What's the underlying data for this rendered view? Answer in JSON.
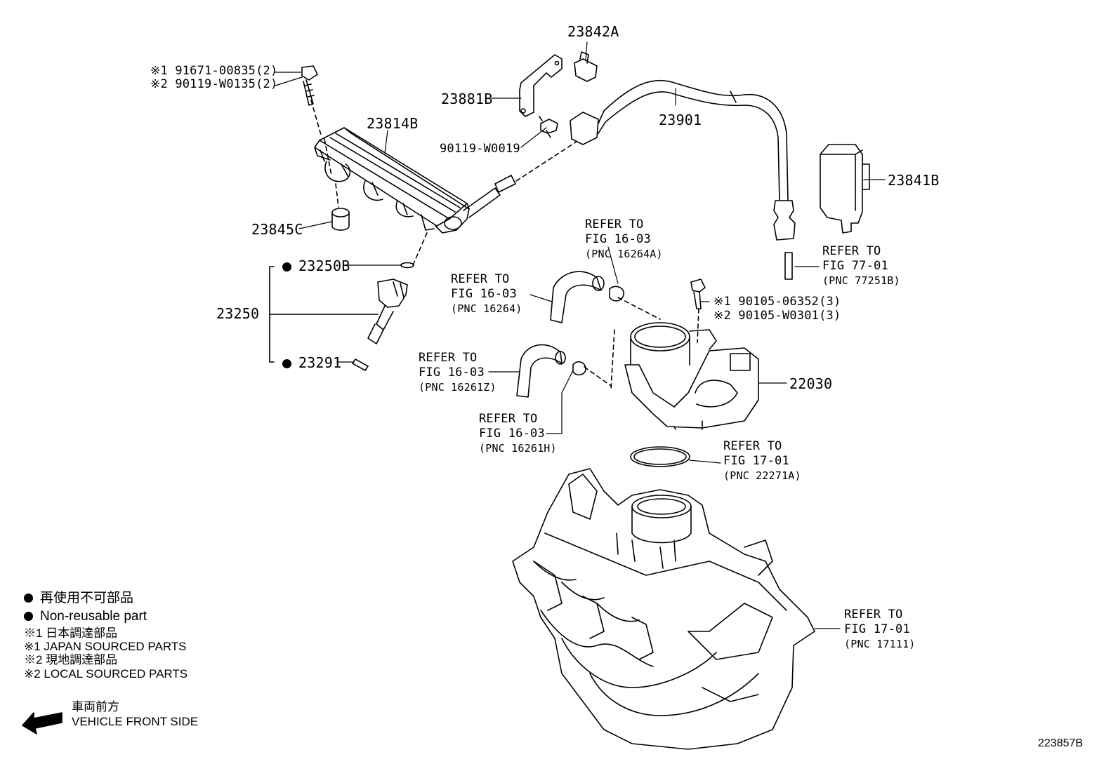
{
  "parts": {
    "p23842A": "23842A",
    "p23881B": "23881B",
    "p23901": "23901",
    "p23814B": "23814B",
    "p90119W0019": "90119-W0019",
    "p23841B": "23841B",
    "p23845C": "23845C",
    "p23250B": "23250B",
    "p23250": "23250",
    "p23291": "23291",
    "p22030": "22030",
    "bolt1_a": "※1 91671-00835(2)",
    "bolt1_b": "※2 90119-W0135(2)",
    "bolt2_a": "※1 90105-06352(3)",
    "bolt2_b": "※2 90105-W0301(3)"
  },
  "refs": [
    {
      "line1": "REFER TO",
      "line2": "FIG 16-03",
      "pnc": "(PNC 16264A)"
    },
    {
      "line1": "REFER TO",
      "line2": "FIG 77-01",
      "pnc": "(PNC 77251B)"
    },
    {
      "line1": "REFER TO",
      "line2": "FIG 16-03",
      "pnc": "(PNC 16264)"
    },
    {
      "line1": "REFER TO",
      "line2": "FIG 16-03",
      "pnc": "(PNC 16261Z)"
    },
    {
      "line1": "REFER TO",
      "line2": "FIG 16-03",
      "pnc": "(PNC 16261H)"
    },
    {
      "line1": "REFER TO",
      "line2": "FIG 17-01",
      "pnc": "(PNC 22271A)"
    },
    {
      "line1": "REFER TO",
      "line2": "FIG 17-01",
      "pnc": "(PNC 17111)"
    }
  ],
  "legend": {
    "nonreuse_jp": "再使用不可部品",
    "nonreuse_en": "Non-reusable part",
    "note1_jp": "※1 日本調達部品",
    "note1_en": "※1 JAPAN SOURCED PARTS",
    "note2_jp": "※2 現地調達部品",
    "note2_en": "※2 LOCAL SOURCED PARTS",
    "front_jp": "車両前方",
    "front_en": "VEHICLE FRONT SIDE"
  },
  "diagram_id": "223857B"
}
